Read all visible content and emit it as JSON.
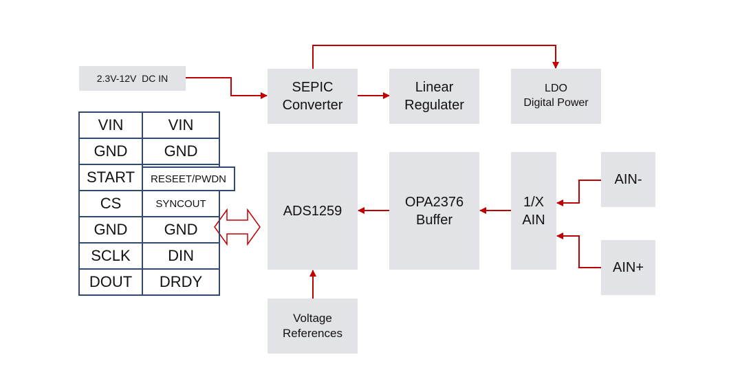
{
  "dc_in": "2.3V-12V  DC IN",
  "sepic": [
    "SEPIC",
    "Converter"
  ],
  "linear": [
    "Linear",
    "Regulater"
  ],
  "ldo": [
    "LDO",
    "Digital Power"
  ],
  "ads": "ADS1259",
  "opa": [
    "OPA2376",
    "Buffer"
  ],
  "mux": [
    "1/X",
    "AIN"
  ],
  "ain_minus": "AIN-",
  "ain_plus": "AIN+",
  "vref": [
    "Voltage",
    "References"
  ],
  "pins": [
    [
      "VIN",
      "VIN"
    ],
    [
      "GND",
      "GND"
    ],
    [
      "START",
      "RESEET/PWDN"
    ],
    [
      "CS",
      "SYNCOUT"
    ],
    [
      "GND",
      "GND"
    ],
    [
      "SCLK",
      "DIN"
    ],
    [
      "DOUT",
      "DRDY"
    ]
  ],
  "colors": {
    "arrow": "#c00000",
    "block": "#e2e3e6",
    "table_border": "#2f4a6e"
  }
}
